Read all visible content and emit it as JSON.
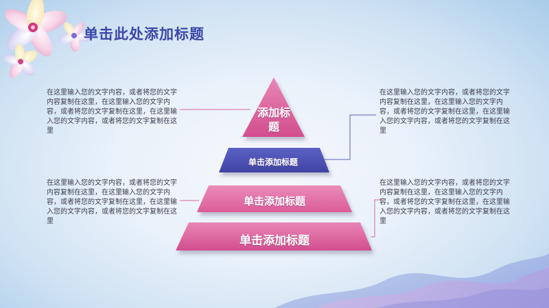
{
  "slide": {
    "title": "单击此处添加标题",
    "pyramid": {
      "layer1": "添加标题",
      "layer2": "单击添加标题",
      "layer3": "单击添加标题",
      "layer4": "单击添加标题"
    },
    "notes": {
      "top_left": "在这里输入您的文字内容，或者将您的文字内容复制在这里，在这里输入您的文字内容，或者将您的文字复制在这里，在这里输入您的文字内容，或者将您的文字复制在这里",
      "top_right": "在这里输入您的文字内容，或者将您的文字内容复制在这里，在这里输入您的文字内容，或者将您的文字复制在这里，在这里输入您的文字内容，或者将您的文字复制在这里",
      "bottom_left": "在这里输入您的文字内容，或者将您的文字内容复制在这里，在这里输入您的文字内容，或者将您的文字复制在这里，在这里输入您的文字内容，或者将您的文字复制在这里",
      "bottom_right": "在这里输入您的文字内容，或者将您的文字内容复制在这里，在这里输入您的文字内容，或者将您的文字复制在这里，在这里输入您的文字内容，或者将您的文字复制在这里"
    },
    "colors": {
      "title": "#3a47a8",
      "pink": "#d9508f",
      "pink_light": "#e97bb0",
      "blue": "#4a4fb3",
      "connector": "#d86b9e",
      "connector_blue": "#5b60b8"
    },
    "icons": [
      "flower-decoration",
      "wave-decoration"
    ]
  }
}
